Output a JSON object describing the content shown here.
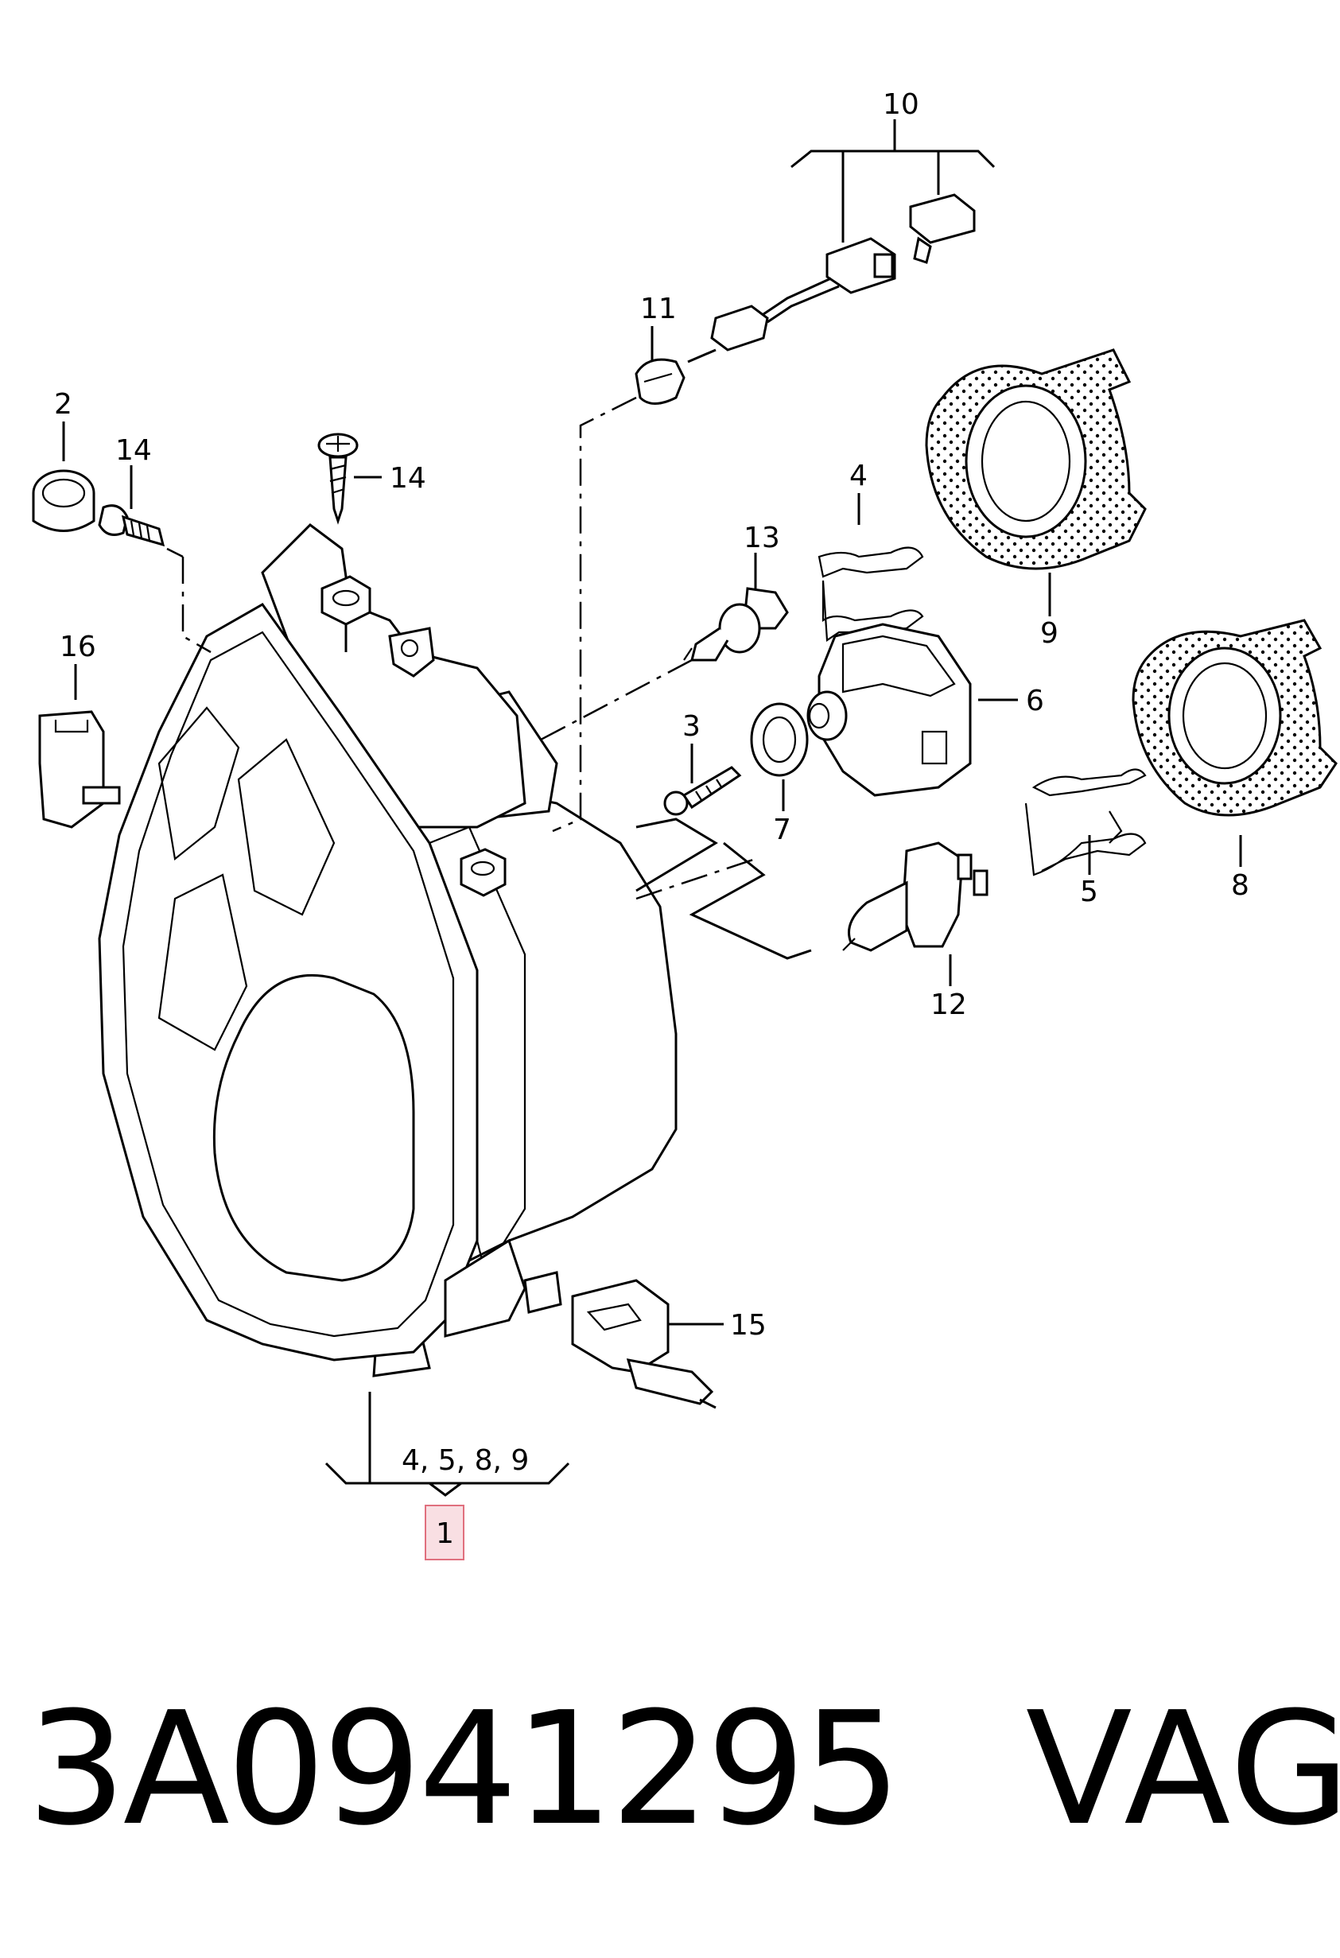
{
  "diagram": {
    "callouts": {
      "c1": "1",
      "c2": "2",
      "c3": "3",
      "c4": "4",
      "c5": "5",
      "c6": "6",
      "c7": "7",
      "c8": "8",
      "c9": "9",
      "c10": "10",
      "c11": "11",
      "c12": "12",
      "c13": "13",
      "c14a": "14",
      "c14b": "14",
      "c15": "15",
      "c16": "16",
      "group": "4, 5, 8, 9"
    },
    "highlight_color": "#f9dfe3",
    "highlight_border": "#e0707e"
  },
  "footer": {
    "part_number": "3A0941295",
    "brand": "VAG"
  }
}
